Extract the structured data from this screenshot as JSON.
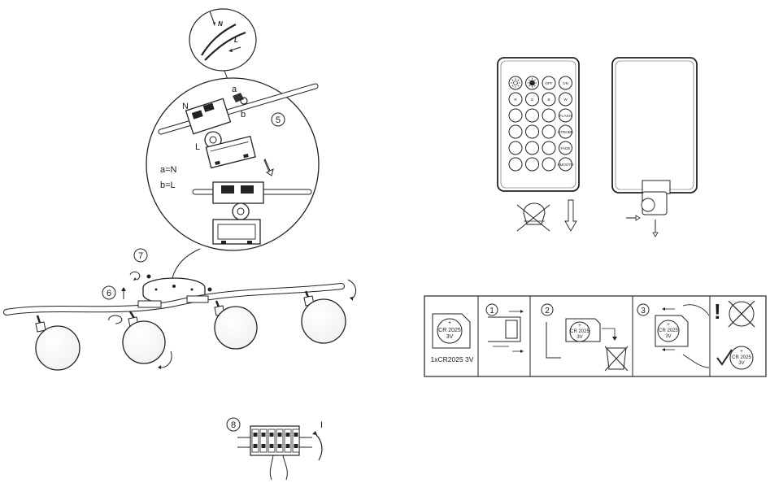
{
  "steps": {
    "wiring": "5",
    "mount_ring": "7",
    "mount_lift": "6",
    "terminal": "8"
  },
  "wiring_labels": {
    "a": "a",
    "b": "b",
    "n": "N",
    "l": "L",
    "callout_n": "N",
    "callout_l": "L",
    "legend_a": "a=N",
    "legend_b": "b=L"
  },
  "terminal_arrow_label": "I",
  "remote": {
    "buttons": [
      [
        "sun-down",
        "sun-up",
        "OFF",
        "ON"
      ],
      [
        "R",
        "G",
        "B",
        "W"
      ],
      [
        "",
        "",
        "",
        "FLASH"
      ],
      [
        "",
        "",
        "",
        "STROBE"
      ],
      [
        "",
        "",
        "",
        "FADE"
      ],
      [
        "",
        "",
        "",
        "SMOOTH"
      ]
    ]
  },
  "battery_panel": {
    "cell_label_top": "CR 2025",
    "cell_label_bottom": "3V",
    "cell_plus": "+",
    "caption": "1xCR2025 3V",
    "step_1": "1",
    "step_2": "2",
    "step_3": "3",
    "warning": "!"
  }
}
